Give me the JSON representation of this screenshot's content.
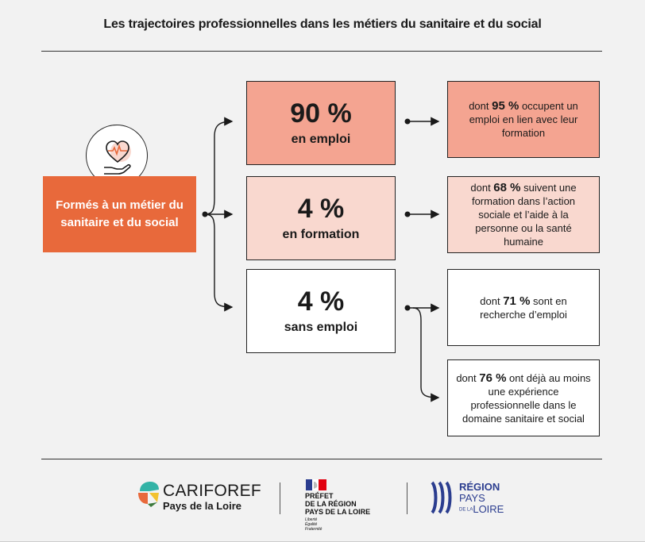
{
  "title": "Les trajectoires professionnelles dans les métiers du sanitaire et du social",
  "origin": {
    "label": "Formés à un métier du sanitaire et du social",
    "icon": "heart-care-icon"
  },
  "outcomes": [
    {
      "pct": "90 %",
      "label": "en emploi"
    },
    {
      "pct": "4 %",
      "label": "en formation"
    },
    {
      "pct": "4 %",
      "label": "sans emploi"
    }
  ],
  "details": [
    {
      "pre": "dont ",
      "value": "95 %",
      "post": " occupent un emploi en lien avec leur formation"
    },
    {
      "pre": "dont ",
      "value": "68 %",
      "post": " suivent une formation dans l’action sociale et l’aide à la personne ou la santé humaine"
    },
    {
      "pre": "dont ",
      "value": "71 %",
      "post": " sont en recherche d’emploi"
    },
    {
      "pre": "dont ",
      "value": "76 %",
      "post": " ont déjà au moins une expérience professionnelle dans le domaine sanitaire et social"
    }
  ],
  "footer": {
    "cariforef_name": "CARIFOREF",
    "cariforef_sub": "Pays de la Loire",
    "prefet_line1": "PRÉFET",
    "prefet_line2": "DE LA RÉGION",
    "prefet_line3": "PAYS DE LA LOIRE",
    "devise1": "Liberté",
    "devise2": "Égalité",
    "devise3": "Fraternité",
    "region_line1": "RÉGION",
    "region_line2": "PAYS",
    "region_line3": "LOIRE",
    "region_small": "DE LA"
  },
  "colors": {
    "orange": "#e8693b",
    "salmon": "#f4a491",
    "pink": "#f9d8cf",
    "navy": "#2b3d8f"
  }
}
